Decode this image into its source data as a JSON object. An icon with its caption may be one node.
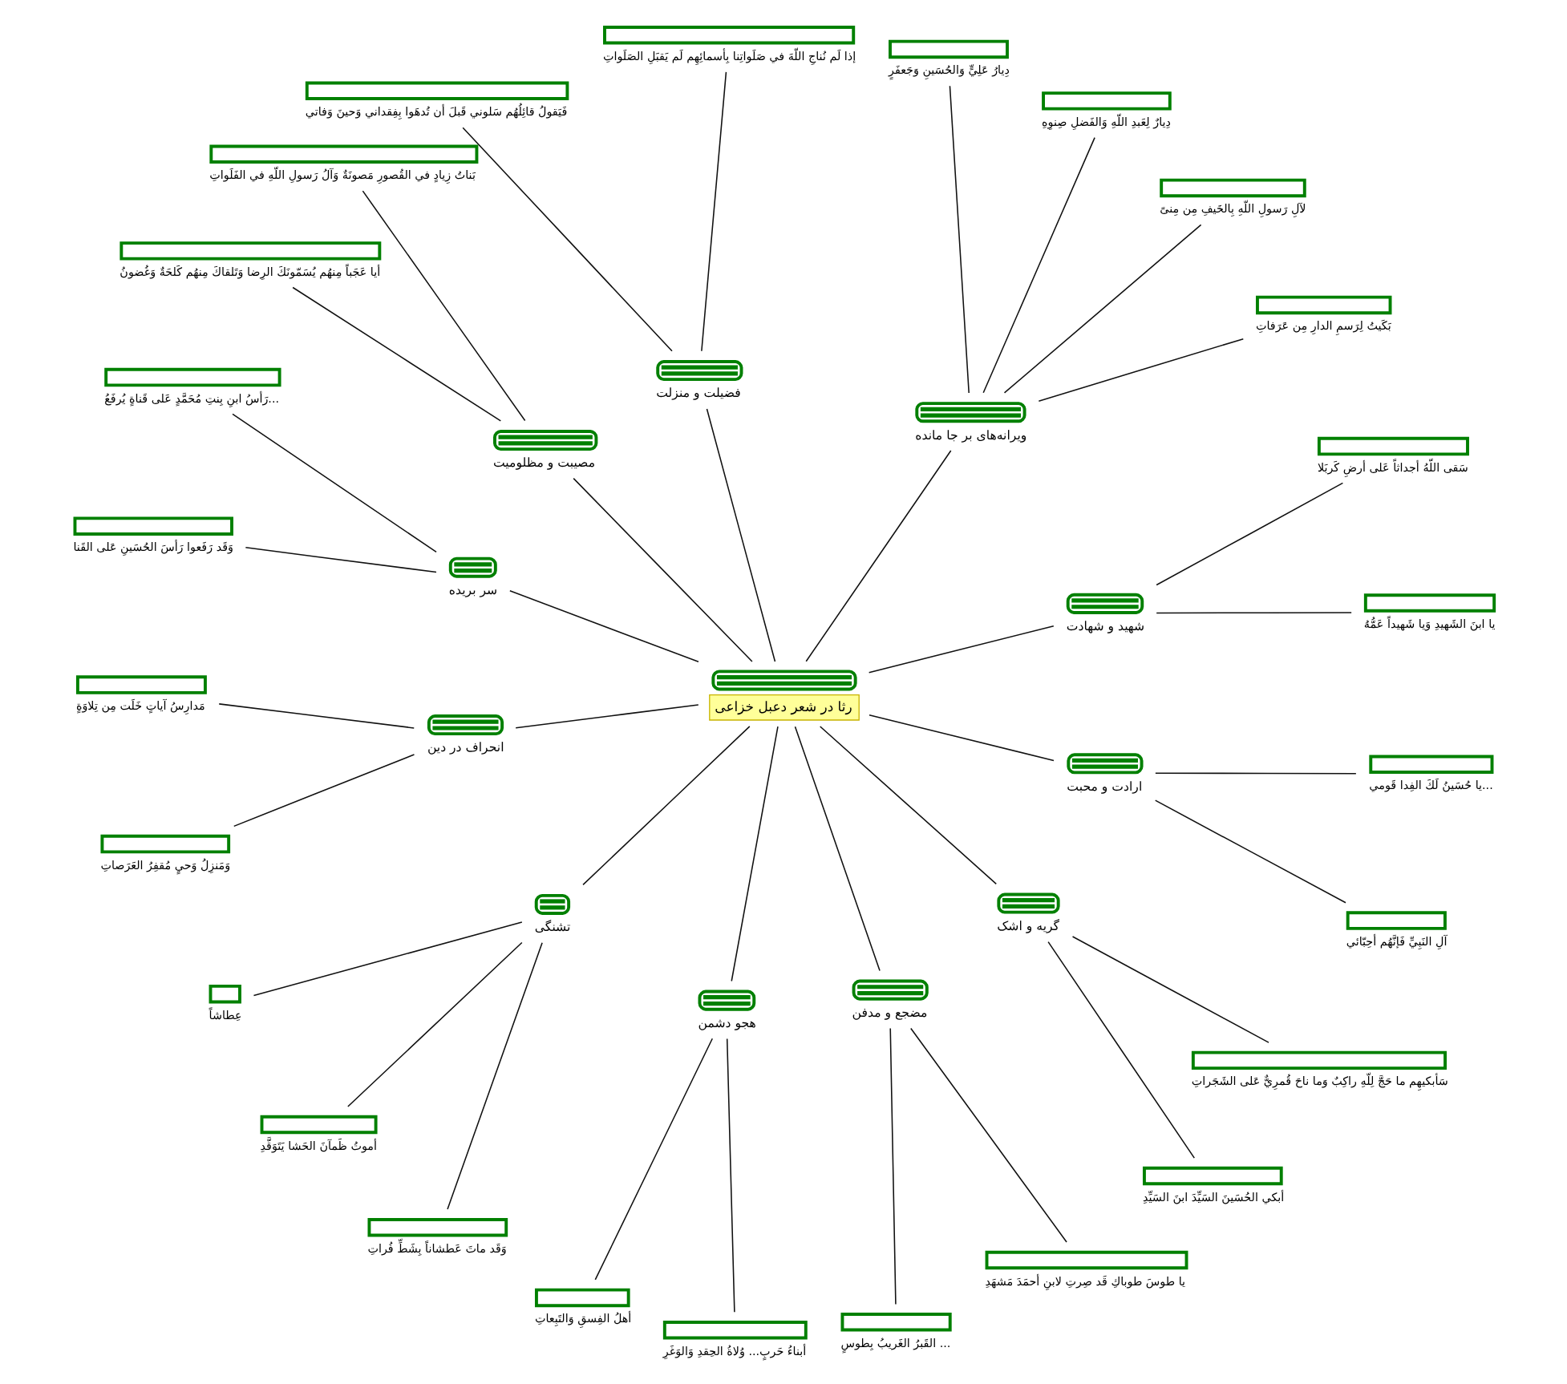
{
  "diagram": {
    "nodes": [
      {
        "text": [
          "رثا در شعر دعبل خزاعی"
        ]
      },
      {
        "text": [
          "شهید و شهادت"
        ]
      },
      {
        "text": [
          "ویرانه‌های بر جا مانده"
        ]
      },
      {
        "text": [
          "فضیلت و منزلت"
        ]
      },
      {
        "text": [
          "مصیبت و مظلومیت"
        ]
      },
      {
        "text": [
          "سر بریده"
        ]
      },
      {
        "text": [
          "انحراف در دین"
        ]
      },
      {
        "text": [
          "تشنگی"
        ]
      },
      {
        "text": [
          "هجو دشمن"
        ]
      },
      {
        "text": [
          "مضجع و مدفن"
        ]
      },
      {
        "text": [
          "گریه و اشک"
        ]
      },
      {
        "text": [
          "ارادت و محبت"
        ]
      },
      {
        "text": [
          "يا ابنَ الشَهيدِ وَيا شَهيداً عَمُّهُ"
        ]
      },
      {
        "text": [
          "سَقى اللّهُ أجداثاً عَلى أرضِ كَربَلا"
        ]
      },
      {
        "text": [
          "بَكَيتُ لِرَسمِ الدارِ مِن عَرَفاتِ"
        ]
      },
      {
        "text": [
          "لآلِ رَسولِ اللّهِ بِالخَيفِ مِن مِنىً"
        ]
      },
      {
        "text": [
          "دِيارٌ لِعَبدِ اللّهِ وَالفَضلِ صِنوِهِ"
        ]
      },
      {
        "text": [
          "دِيارُ عَلِيٍّ وَالحُسَينِ وَجَعفَرٍ"
        ]
      },
      {
        "text": [
          "إذا لَم نُناجِ اللّهَ في صَلَواتِنا بِأسمائِهِم لَم يَقبَلِ الصَلَواتِ"
        ]
      },
      {
        "text": [
          "فَيَقولُ قائِلُهُم سَلوني قَبلَ أن تُدهَوا بِفِقداني وَحينَ وَفاتي"
        ]
      },
      {
        "text": [
          "بَناتُ زِيادٍ في القُصورِ مَصونَةٌ وَآلُ رَسولِ اللّهِ في الفَلَواتِ"
        ]
      },
      {
        "text": [
          "أيا عَجَباً مِنهُم يُسَمّونَكَ الرِضا وَتَلقاكَ مِنهُم كَلحَةٌ وَغُضونُ"
        ]
      },
      {
        "text": [
          "رَأسُ ابنِ بِنتِ مُحَمَّدٍ عَلى قَناةٍ يُرفَعُ..."
        ]
      },
      {
        "text": [
          "وَقَد رَفَعوا رَأسَ الحُسَينِ عَلى القَنا"
        ]
      },
      {
        "text": [
          "مَدارِسُ آياتٍ خَلَت مِن تِلاوَةٍ"
        ]
      },
      {
        "text": [
          "وَمَنزِلُ وَحيٍ مُقفِرُ العَرَصاتِ"
        ]
      },
      {
        "text": [
          "عِطاشاً"
        ]
      },
      {
        "text": [
          "أموتُ ظَمآنَ الحَشا يَتَوَقَّدِ"
        ]
      },
      {
        "text": [
          "وَقَد ماتَ عَطشاناً بِشَطِّ فُراتِ"
        ]
      },
      {
        "text": [
          "أهلُ الفِسقِ وَالتَبِعاتِ"
        ]
      },
      {
        "text": [
          "أبناءُ حَربٍ... وُلاةُ الحِقدِ وَالوَغَرِ"
        ]
      },
      {
        "text": [
          "القَبرُ الغَريبُ بِطوسٍ ..."
        ]
      },
      {
        "text": [
          "يا طوسَ طوباكِ قَد صِرتِ لابنِ أحمَدَ مَشهَدِ"
        ]
      },
      {
        "text": [
          "أبكي الحُسَينَ السَيِّدَ ابنَ السَيِّدِ"
        ]
      },
      {
        "text": [
          "سَأبكيهِم ما حَجَّ لِلّهِ راكِبٌ وَما ناحَ قُمرِيٌّ عَلى الشَجَراتِ"
        ]
      },
      {
        "text": [
          "آلِ النَبِيِّ فَإنَّهُم أحِبّائي"
        ]
      },
      {
        "text": [
          "يا حُسَينُ لَكَ الفِدا قَومي..."
        ]
      }
    ],
    "edges": [
      {
        "from": 0,
        "to": 1,
        "arrow": "none"
      },
      {
        "from": 0,
        "to": 2,
        "arrow": "none"
      },
      {
        "from": 0,
        "to": 3,
        "arrow": "none"
      },
      {
        "from": 0,
        "to": 4,
        "arrow": "none"
      },
      {
        "from": 0,
        "to": 5,
        "arrow": "none"
      },
      {
        "from": 0,
        "to": 6,
        "arrow": "none"
      },
      {
        "from": 0,
        "to": 7,
        "arrow": "none"
      },
      {
        "from": 0,
        "to": 8,
        "arrow": "none"
      },
      {
        "from": 0,
        "to": 9,
        "arrow": "none"
      },
      {
        "from": 0,
        "to": 10,
        "arrow": "none"
      },
      {
        "from": 0,
        "to": 11,
        "arrow": "none"
      },
      {
        "from": 1,
        "to": 12,
        "arrow": "none"
      },
      {
        "from": 1,
        "to": 13,
        "arrow": "none"
      },
      {
        "from": 2,
        "to": 14,
        "arrow": "none"
      },
      {
        "from": 2,
        "to": 15,
        "arrow": "none"
      },
      {
        "from": 2,
        "to": 16,
        "arrow": "none"
      },
      {
        "from": 2,
        "to": 17,
        "arrow": "none"
      },
      {
        "from": 3,
        "to": 18,
        "arrow": "none"
      },
      {
        "from": 3,
        "to": 19,
        "arrow": "none"
      },
      {
        "from": 4,
        "to": 20,
        "arrow": "none"
      },
      {
        "from": 4,
        "to": 21,
        "arrow": "none"
      },
      {
        "from": 5,
        "to": 22,
        "arrow": "none"
      },
      {
        "from": 5,
        "to": 23,
        "arrow": "none"
      },
      {
        "from": 6,
        "to": 24,
        "arrow": "none"
      },
      {
        "from": 6,
        "to": 25,
        "arrow": "none"
      },
      {
        "from": 7,
        "to": 26,
        "arrow": "none"
      },
      {
        "from": 7,
        "to": 27,
        "arrow": "none"
      },
      {
        "from": 7,
        "to": 28,
        "arrow": "none"
      },
      {
        "from": 8,
        "to": 29,
        "arrow": "none"
      },
      {
        "from": 8,
        "to": 30,
        "arrow": "none"
      },
      {
        "from": 9,
        "to": 31,
        "arrow": "none"
      },
      {
        "from": 9,
        "to": 32,
        "arrow": "none"
      },
      {
        "from": 10,
        "to": 33,
        "arrow": "none"
      },
      {
        "from": 10,
        "to": 34,
        "arrow": "none"
      },
      {
        "from": 11,
        "to": 35,
        "arrow": "none"
      },
      {
        "from": 11,
        "to": 36,
        "arrow": "none"
      }
    ]
  }
}
